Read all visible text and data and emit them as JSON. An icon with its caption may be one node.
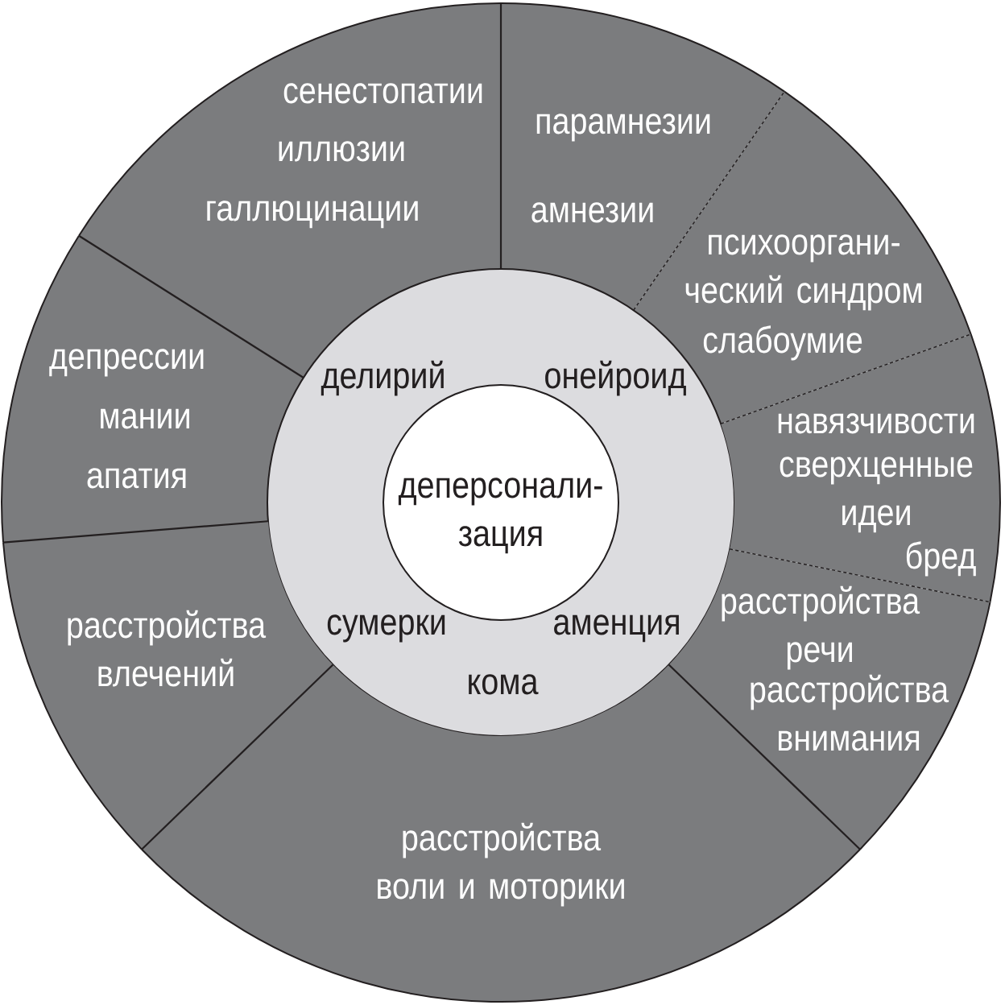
{
  "diagram": {
    "nodes": [
      {
        "text": [
          "сенестопатии",
          "иллюзии",
          "галлюцинации"
        ]
      },
      {
        "text": [
          "парамнезии",
          "амнезии"
        ]
      },
      {
        "text": [
          "психооргани- ческий синдром",
          "слабоумие"
        ]
      },
      {
        "text": [
          "депрессии",
          "мании",
          "апатия"
        ]
      },
      {
        "text": [
          "делирий",
          "онейроид",
          "сумерки",
          "аменция",
          "кома"
        ]
      },
      {
        "text": [
          "деперсонали- зация"
        ],
        "in": 4
      },
      {
        "text": [
          "навязчивости",
          "сверхценные идеи",
          "бред"
        ]
      },
      {
        "text": [
          "расстройства речи",
          "расстройства внимания"
        ]
      },
      {
        "text": [
          "расстройства влечений"
        ]
      },
      {
        "text": [
          "расстройства воли и моторики"
        ]
      }
    ]
  }
}
